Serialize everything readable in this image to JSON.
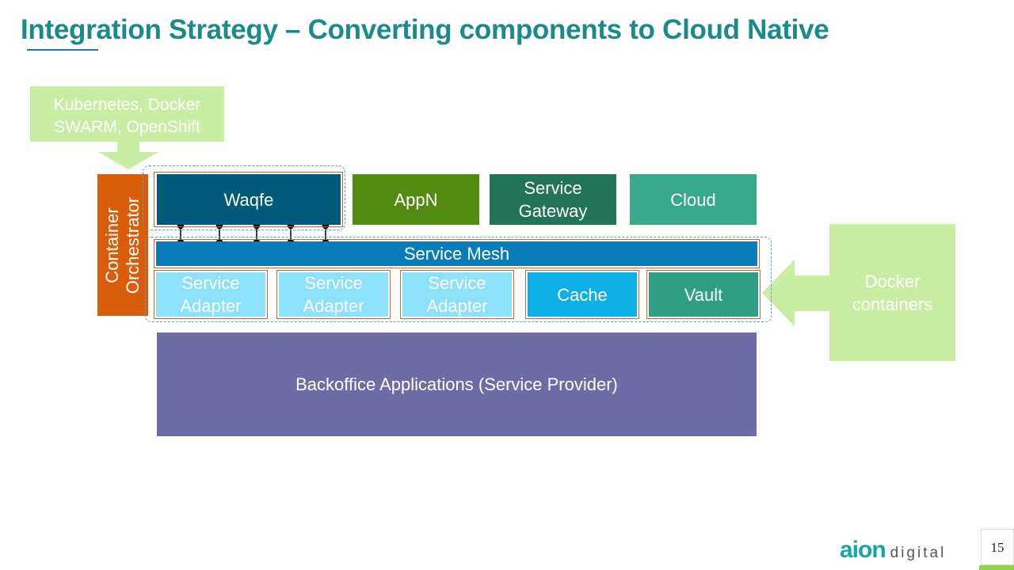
{
  "title": "Integration Strategy – Converting components to Cloud Native",
  "callout": {
    "line1": "Kubernetes, Docker",
    "line2": "SWARM, OpenShift"
  },
  "orchestrator": {
    "line1": "Container",
    "line2": "Orchestrator"
  },
  "top_components": [
    {
      "line1": "Waqfe",
      "line2": ""
    },
    {
      "line1": "AppN",
      "line2": ""
    },
    {
      "line1": "Service",
      "line2": "Gateway"
    },
    {
      "line1": "Cloud",
      "line2": ""
    }
  ],
  "service_mesh": "Service Mesh",
  "adapters": [
    {
      "line1": "Service",
      "line2": "Adapter"
    },
    {
      "line1": "Service",
      "line2": "Adapter"
    },
    {
      "line1": "Service",
      "line2": "Adapter"
    },
    {
      "line1": "Cache",
      "line2": ""
    },
    {
      "line1": "Vault",
      "line2": ""
    }
  ],
  "backoffice": "Backoffice Applications (Service Provider)",
  "docker": {
    "line1": "Docker",
    "line2": "containers"
  },
  "logo": {
    "main": "aion",
    "sub": "digital"
  },
  "page_number": "15",
  "colors": {
    "title": "#1a8a8c",
    "orchestrator": "#d95d0b",
    "waqfe": "#005a7a",
    "appn": "#528b12",
    "gateway": "#22735a",
    "cloud": "#37a88a",
    "mesh": "#0a7db8",
    "adapter": "#8ee1fa",
    "cache": "#10aee6",
    "vault": "#2f9f84",
    "backoffice": "#6e6ca7",
    "callout": "#c9eea3"
  }
}
